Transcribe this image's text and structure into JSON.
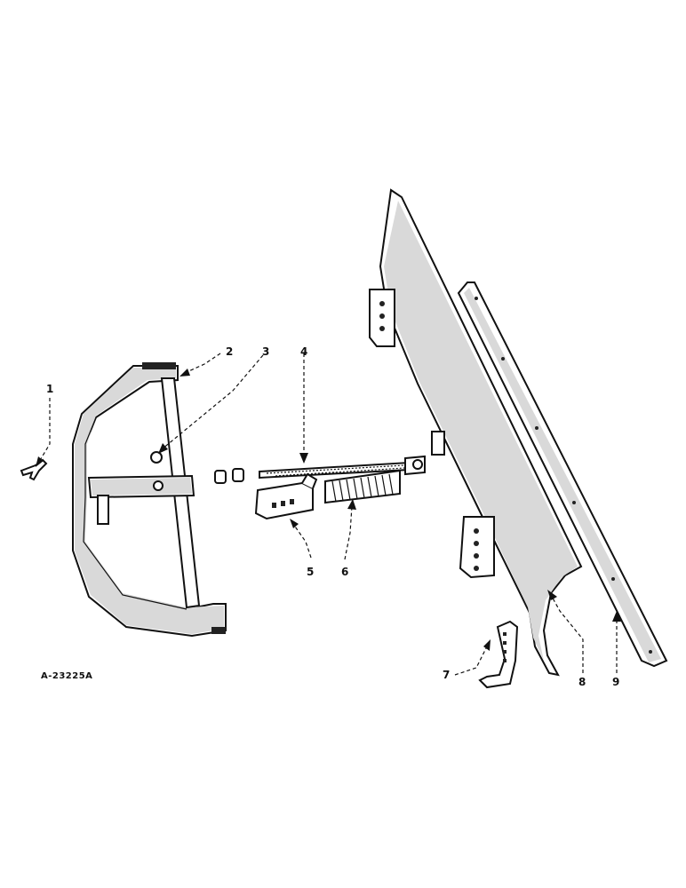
{
  "figure_id": "A-23225A",
  "callouts": [
    {
      "label": "1",
      "part": "hitch-pin"
    },
    {
      "label": "2",
      "part": "frame-bracket"
    },
    {
      "label": "3",
      "part": "nut"
    },
    {
      "label": "4",
      "part": "tension-rod"
    },
    {
      "label": "5",
      "part": "spring-bracket"
    },
    {
      "label": "6",
      "part": "compression-spring"
    },
    {
      "label": "7",
      "part": "mounting-bracket"
    },
    {
      "label": "8",
      "part": "moldboard-blade"
    },
    {
      "label": "9",
      "part": "cutting-edge"
    }
  ]
}
